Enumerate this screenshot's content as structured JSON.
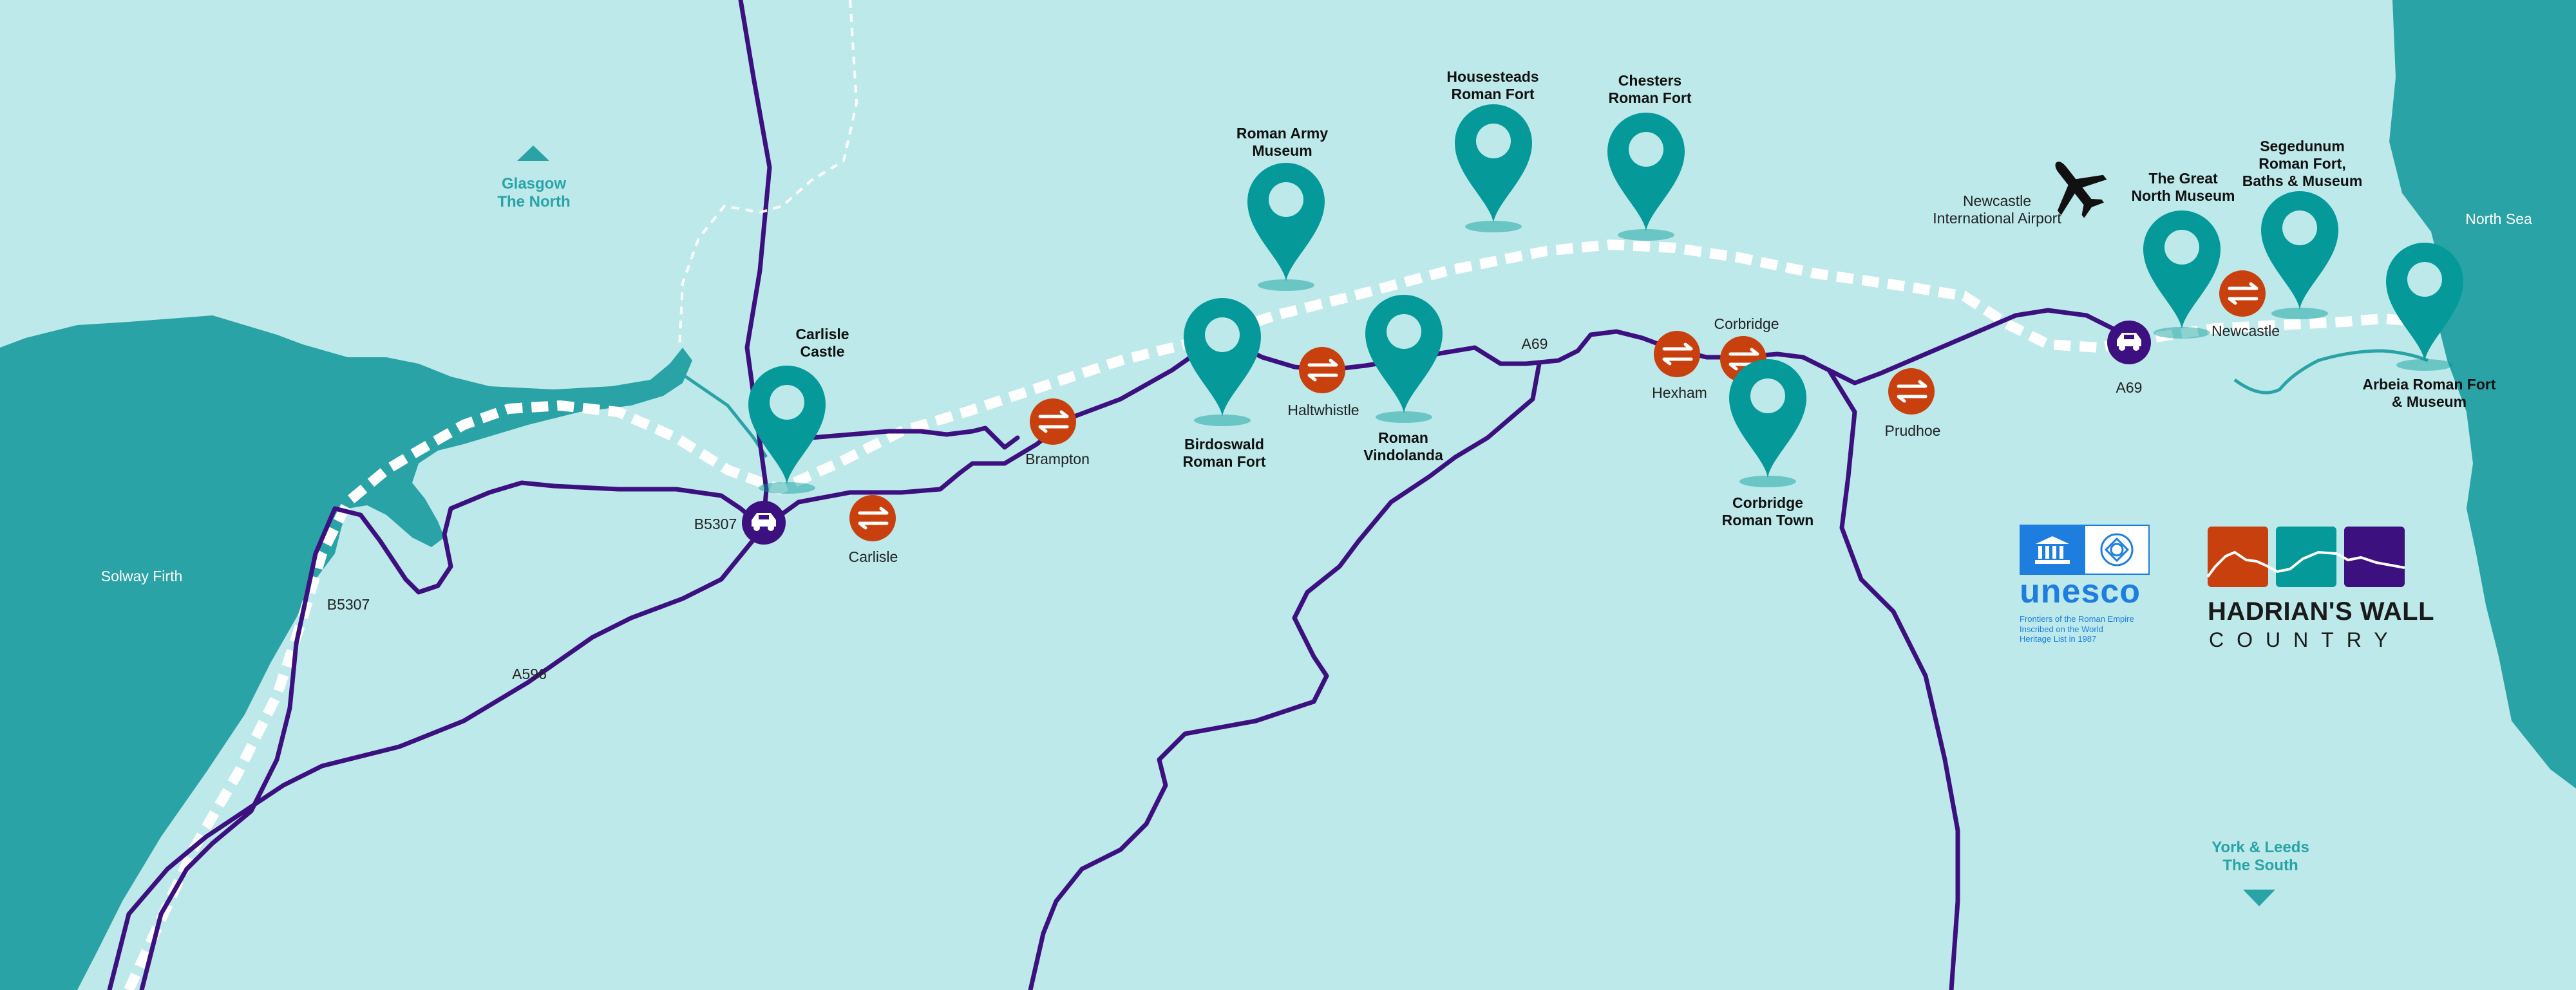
{
  "colors": {
    "sea_land": "#bde9ea",
    "water": "#2aa3a6",
    "marker": "#05999a",
    "road": "#3d1080",
    "rail": "#c8400d",
    "wall": "#ffffff",
    "unesco": "#1d7ee0"
  },
  "sites": [
    {
      "id": "carlisle-castle",
      "label": "Carlisle\nCastle"
    },
    {
      "id": "roman-army-museum",
      "label": "Roman Army\nMuseum"
    },
    {
      "id": "birdoswald",
      "label": "Birdoswald\nRoman Fort"
    },
    {
      "id": "housesteads",
      "label": "Housesteads\nRoman Fort"
    },
    {
      "id": "vindolanda",
      "label": "Roman\nVindolanda"
    },
    {
      "id": "chesters",
      "label": "Chesters\nRoman Fort"
    },
    {
      "id": "corbridge-town",
      "label": "Corbridge\nRoman Town"
    },
    {
      "id": "great-north-museum",
      "label": "The Great\nNorth Museum"
    },
    {
      "id": "segedunum",
      "label": "Segedunum\nRoman Fort,\nBaths & Museum"
    },
    {
      "id": "arbeia",
      "label": "Arbeia Roman Fort\n& Museum"
    }
  ],
  "stations": [
    {
      "id": "carlisle",
      "label": "Carlisle"
    },
    {
      "id": "brampton",
      "label": "Brampton"
    },
    {
      "id": "haltwhistle",
      "label": "Haltwhistle"
    },
    {
      "id": "hexham",
      "label": "Hexham"
    },
    {
      "id": "corbridge",
      "label": "Corbridge"
    },
    {
      "id": "prudhoe",
      "label": "Prudhoe"
    },
    {
      "id": "newcastle",
      "label": "Newcastle"
    }
  ],
  "roads": {
    "b5307_junction": "B5307",
    "b5307_road": "B5307",
    "a596": "A596",
    "a69_mid": "A69",
    "a69_east": "A69"
  },
  "airport": {
    "label": "Newcastle\nInternational Airport",
    "icon": "plane-icon"
  },
  "directions": {
    "north": {
      "label": "Glasgow\nThe North",
      "icon": "triangle-up-icon"
    },
    "south": {
      "label": "York & Leeds\nThe South",
      "icon": "triangle-down-icon"
    }
  },
  "places": {
    "solway": "Solway Firth",
    "north_sea": "North Sea"
  },
  "logos": {
    "unesco": {
      "wordmark": "unesco",
      "subtext": "Frontiers of the Roman Empire\nInscribed on the World\nHeritage List in 1987"
    },
    "hadrians_wall": {
      "title": "HADRIAN'S WALL",
      "subtitle": "COUNTRY"
    }
  }
}
